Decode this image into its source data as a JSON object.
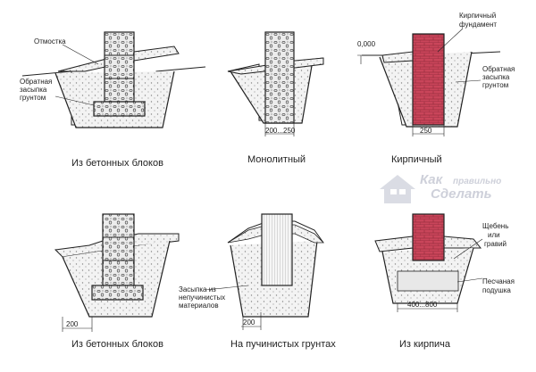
{
  "diagrams": [
    {
      "caption": "Из бетонных блоков",
      "labels": [
        "Отмостка",
        "Обратная засыпка грунтом"
      ]
    },
    {
      "caption": "Монолитный",
      "dimension": "200...250"
    },
    {
      "caption": "Кирпичный",
      "level": "0,000",
      "dimension": "250",
      "labels": [
        "Кирпичный фундамент",
        "Обратная засыпка грунтом"
      ]
    },
    {
      "caption": "Из бетонных блоков",
      "dimension": "200"
    },
    {
      "caption": "На пучинистых грунтах",
      "dimension": "200",
      "labels": [
        "Засыпка из непучинистых материалов"
      ]
    },
    {
      "caption": "Из кирпича",
      "dimension": "400...800",
      "labels": [
        "Щебень или гравий",
        "Песчаная подушка"
      ]
    }
  ],
  "watermark": {
    "line1": "Как",
    "line2": "правильно",
    "line3": "Сделать"
  },
  "colors": {
    "line": "#222222",
    "soil": "#e6e6e6",
    "concrete": "#f4f4f4",
    "brick": "#c9455a",
    "watermark": "#c9ccd6"
  }
}
